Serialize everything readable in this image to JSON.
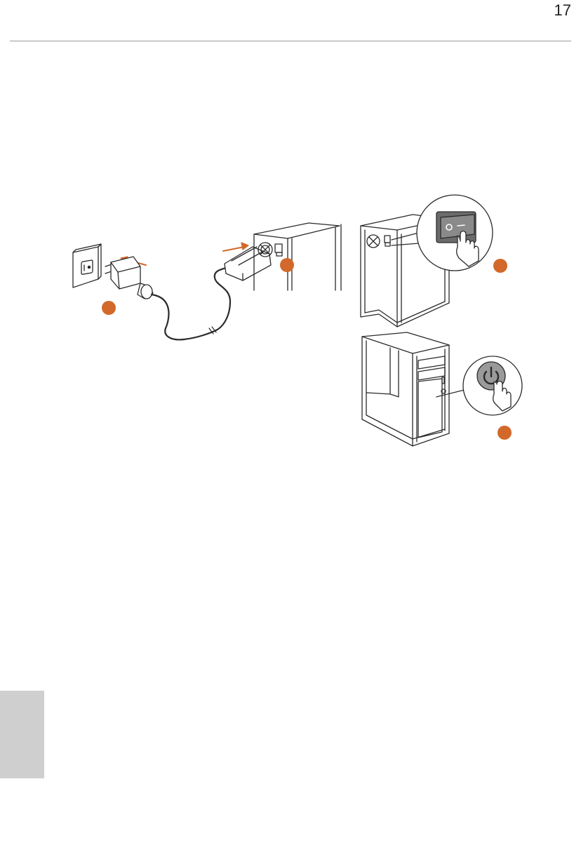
{
  "page": {
    "number": "17"
  },
  "colors": {
    "accent": "#D2692A",
    "line": "#2a2a2a",
    "switch_fill": "#6b6b6b",
    "button_fill": "#9a9a9a",
    "side_tab": "#cfcfcf",
    "rule": "#9a9a9a"
  },
  "illustration": {
    "step_markers": [
      "step-1-marker",
      "step-2-marker",
      "step-3-marker",
      "step-4-marker"
    ],
    "icons": [
      "wall-outlet-icon",
      "power-plug-icon",
      "power-cable-icon",
      "computer-case-rear-icon",
      "psu-switch-icon",
      "power-button-icon",
      "pointing-hand-icon"
    ]
  }
}
